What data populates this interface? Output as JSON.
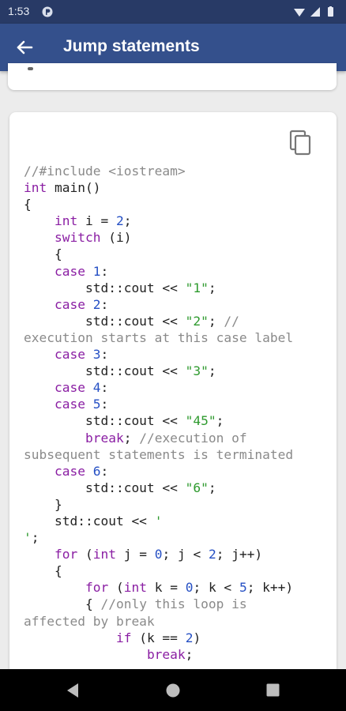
{
  "status_bar": {
    "time": "1:53"
  },
  "app_bar": {
    "title": "Jump statements"
  },
  "code_block": {
    "lines": [
      [
        {
          "t": "//#include <iostream>",
          "c": "cmt"
        }
      ],
      [
        {
          "t": "int",
          "c": "kw"
        },
        {
          "t": " main()",
          "c": ""
        }
      ],
      [
        {
          "t": "{",
          "c": ""
        }
      ],
      [
        {
          "t": "    ",
          "c": ""
        },
        {
          "t": "int",
          "c": "kw"
        },
        {
          "t": " i = ",
          "c": ""
        },
        {
          "t": "2",
          "c": "num"
        },
        {
          "t": ";",
          "c": ""
        }
      ],
      [
        {
          "t": "    ",
          "c": ""
        },
        {
          "t": "switch",
          "c": "kw"
        },
        {
          "t": " (i)",
          "c": ""
        }
      ],
      [
        {
          "t": "    {",
          "c": ""
        }
      ],
      [
        {
          "t": "    ",
          "c": ""
        },
        {
          "t": "case",
          "c": "kw"
        },
        {
          "t": " ",
          "c": ""
        },
        {
          "t": "1",
          "c": "num"
        },
        {
          "t": ":",
          "c": ""
        }
      ],
      [
        {
          "t": "        std::cout << ",
          "c": ""
        },
        {
          "t": "\"1\"",
          "c": "str"
        },
        {
          "t": ";",
          "c": ""
        }
      ],
      [
        {
          "t": "    ",
          "c": ""
        },
        {
          "t": "case",
          "c": "kw"
        },
        {
          "t": " ",
          "c": ""
        },
        {
          "t": "2",
          "c": "num"
        },
        {
          "t": ":",
          "c": ""
        }
      ],
      [
        {
          "t": "        std::cout << ",
          "c": ""
        },
        {
          "t": "\"2\"",
          "c": "str"
        },
        {
          "t": "; ",
          "c": ""
        },
        {
          "t": "//",
          "c": "cmt"
        }
      ],
      [
        {
          "t": "execution starts at this case label",
          "c": "cmt"
        }
      ],
      [
        {
          "t": "    ",
          "c": ""
        },
        {
          "t": "case",
          "c": "kw"
        },
        {
          "t": " ",
          "c": ""
        },
        {
          "t": "3",
          "c": "num"
        },
        {
          "t": ":",
          "c": ""
        }
      ],
      [
        {
          "t": "        std::cout << ",
          "c": ""
        },
        {
          "t": "\"3\"",
          "c": "str"
        },
        {
          "t": ";",
          "c": ""
        }
      ],
      [
        {
          "t": "    ",
          "c": ""
        },
        {
          "t": "case",
          "c": "kw"
        },
        {
          "t": " ",
          "c": ""
        },
        {
          "t": "4",
          "c": "num"
        },
        {
          "t": ":",
          "c": ""
        }
      ],
      [
        {
          "t": "    ",
          "c": ""
        },
        {
          "t": "case",
          "c": "kw"
        },
        {
          "t": " ",
          "c": ""
        },
        {
          "t": "5",
          "c": "num"
        },
        {
          "t": ":",
          "c": ""
        }
      ],
      [
        {
          "t": "        std::cout << ",
          "c": ""
        },
        {
          "t": "\"45\"",
          "c": "str"
        },
        {
          "t": ";",
          "c": ""
        }
      ],
      [
        {
          "t": "        ",
          "c": ""
        },
        {
          "t": "break",
          "c": "kw"
        },
        {
          "t": "; ",
          "c": ""
        },
        {
          "t": "//execution of",
          "c": "cmt"
        }
      ],
      [
        {
          "t": "subsequent statements is terminated",
          "c": "cmt"
        }
      ],
      [
        {
          "t": "    ",
          "c": ""
        },
        {
          "t": "case",
          "c": "kw"
        },
        {
          "t": " ",
          "c": ""
        },
        {
          "t": "6",
          "c": "num"
        },
        {
          "t": ":",
          "c": ""
        }
      ],
      [
        {
          "t": "        std::cout << ",
          "c": ""
        },
        {
          "t": "\"6\"",
          "c": "str"
        },
        {
          "t": ";",
          "c": ""
        }
      ],
      [
        {
          "t": "    }",
          "c": ""
        }
      ],
      [
        {
          "t": "    std::cout << ",
          "c": ""
        },
        {
          "t": "'",
          "c": "str"
        }
      ],
      [
        {
          "t": "'",
          "c": "str"
        },
        {
          "t": ";",
          "c": ""
        }
      ],
      [
        {
          "t": "    ",
          "c": ""
        },
        {
          "t": "for",
          "c": "kw"
        },
        {
          "t": " (",
          "c": ""
        },
        {
          "t": "int",
          "c": "kw"
        },
        {
          "t": " j = ",
          "c": ""
        },
        {
          "t": "0",
          "c": "num"
        },
        {
          "t": "; j < ",
          "c": ""
        },
        {
          "t": "2",
          "c": "num"
        },
        {
          "t": "; j++)",
          "c": ""
        }
      ],
      [
        {
          "t": "    {",
          "c": ""
        }
      ],
      [
        {
          "t": "        ",
          "c": ""
        },
        {
          "t": "for",
          "c": "kw"
        },
        {
          "t": " (",
          "c": ""
        },
        {
          "t": "int",
          "c": "kw"
        },
        {
          "t": " k = ",
          "c": ""
        },
        {
          "t": "0",
          "c": "num"
        },
        {
          "t": "; k < ",
          "c": ""
        },
        {
          "t": "5",
          "c": "num"
        },
        {
          "t": "; k++)",
          "c": ""
        }
      ],
      [
        {
          "t": "        { ",
          "c": ""
        },
        {
          "t": "//only this loop is",
          "c": "cmt"
        }
      ],
      [
        {
          "t": "affected by break",
          "c": "cmt"
        }
      ],
      [
        {
          "t": "            ",
          "c": ""
        },
        {
          "t": "if",
          "c": "kw"
        },
        {
          "t": " (k == ",
          "c": ""
        },
        {
          "t": "2",
          "c": "num"
        },
        {
          "t": ")",
          "c": ""
        }
      ],
      [
        {
          "t": "                ",
          "c": ""
        },
        {
          "t": "break",
          "c": "kw"
        },
        {
          "t": ";",
          "c": ""
        }
      ]
    ]
  },
  "colors": {
    "app_bar": "#34508c",
    "status_bar": "#283a66",
    "keyword": "#8a1ea3",
    "number": "#2650c4",
    "string": "#2e9a2e",
    "comment": "#8a8a8a"
  },
  "icons": {
    "back": "arrow-left-icon",
    "copy": "copy-icon",
    "nav_back": "triangle-back-icon",
    "nav_home": "circle-home-icon",
    "nav_recents": "square-recents-icon"
  }
}
